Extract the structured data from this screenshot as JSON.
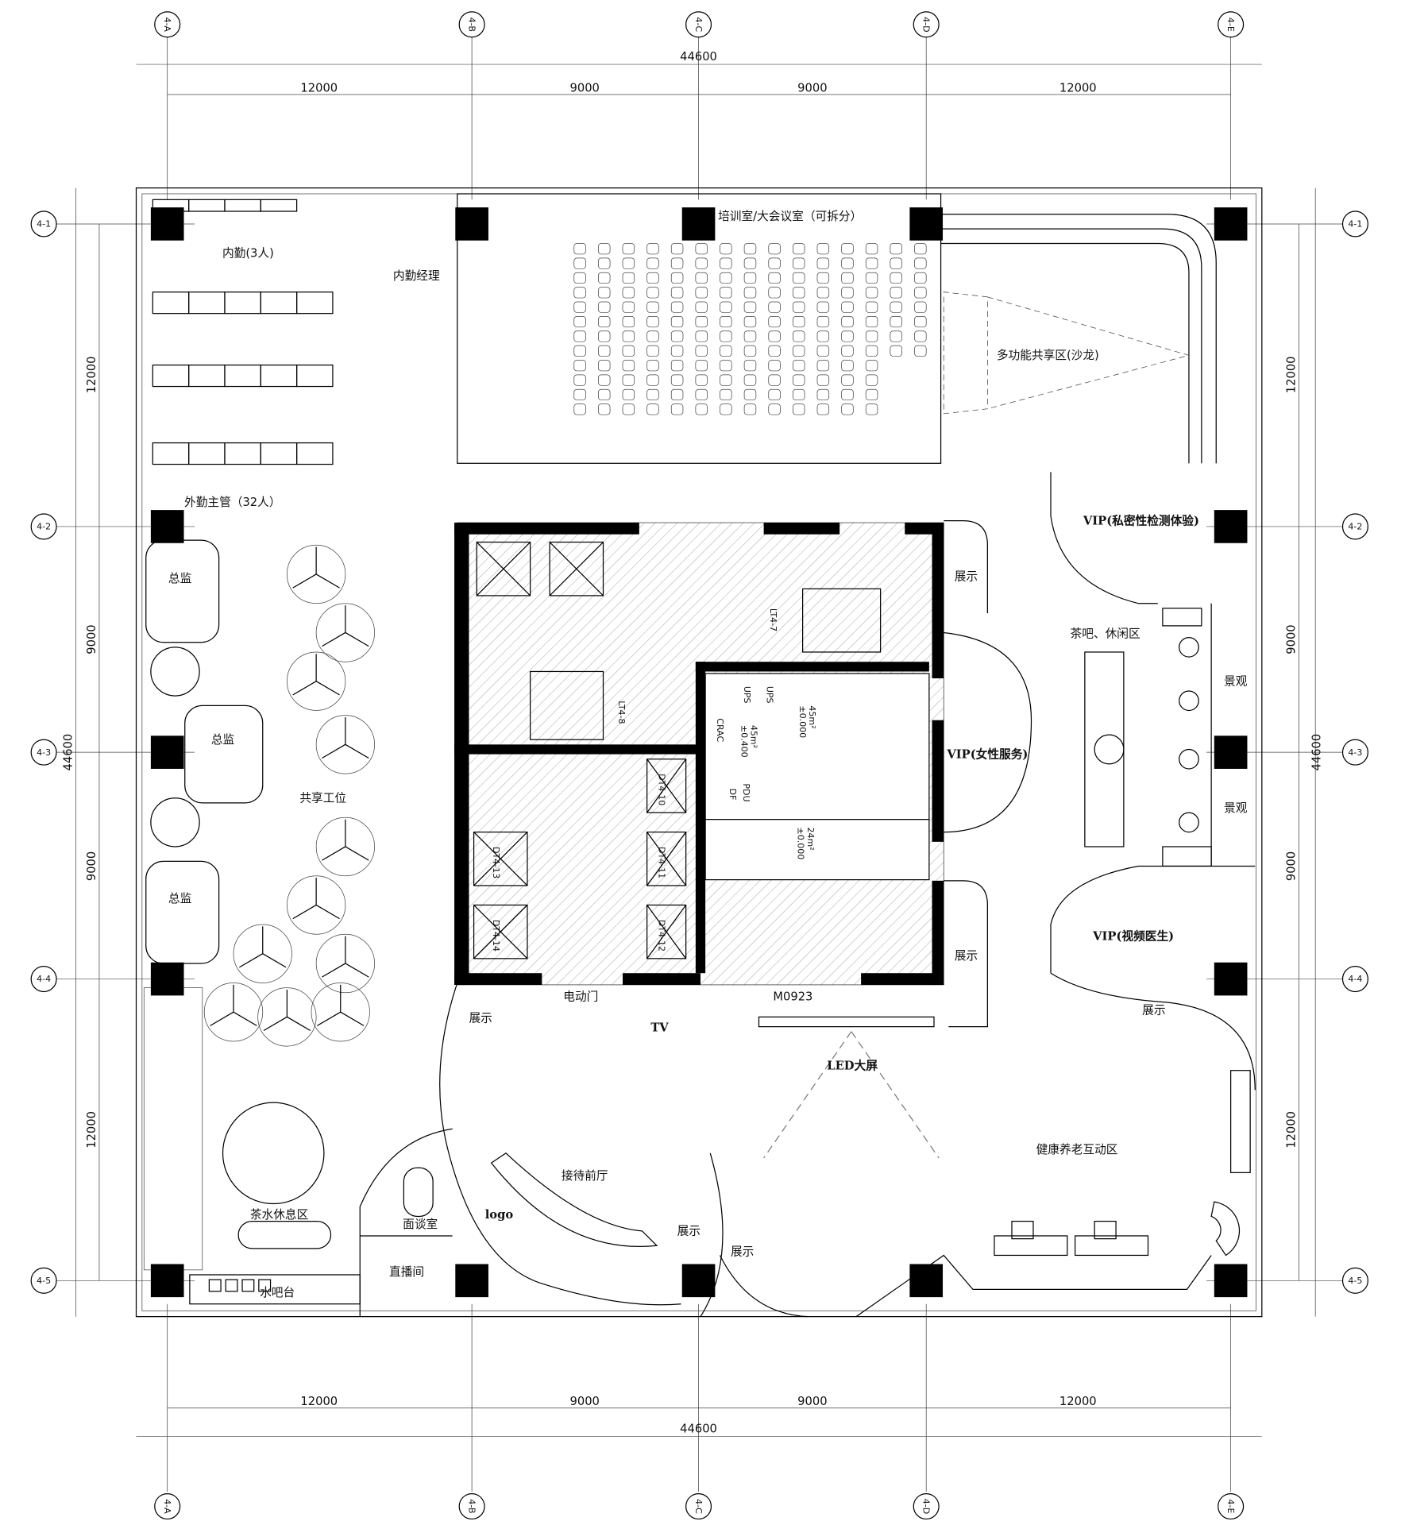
{
  "grid": {
    "columns": [
      "4-A",
      "4-B",
      "4-C",
      "4-D",
      "4-E"
    ],
    "rows": [
      "4-1",
      "4-2",
      "4-3",
      "4-4",
      "4-5"
    ],
    "overall_dimension": "44600",
    "column_spacings": [
      "12000",
      "9000",
      "9000",
      "12000"
    ],
    "row_spacings": [
      "12000",
      "9000",
      "9000",
      "12000"
    ]
  },
  "rooms": {
    "training": "培训室/大会议室（可拆分）",
    "office_staff": "内勤(3人)",
    "office_manager": "内勤经理",
    "salon": "多功能共享区(沙龙)",
    "field_supervisors": "外勤主管（32人）",
    "vip_private": "VIP(私密性检测体验)",
    "display_1": "展示",
    "director_1": "总监",
    "director_2": "总监",
    "director_3": "总监",
    "tea_bar": "茶吧、休闲区",
    "landscape_1": "景观",
    "landscape_2": "景观",
    "vip_female": "VIP(女性服务)",
    "shared_desks": "共享工位",
    "display_2": "展示",
    "vip_video": "VIP(视频医生)",
    "display_3": "展示",
    "electric_door": "电动门",
    "display_4": "展示",
    "tv": "TV",
    "door_code": "M0923",
    "led": "LED大屏",
    "elderly_zone": "健康养老互动区",
    "reception": "接待前厅",
    "logo": "logo",
    "tea_rest": "茶水休息区",
    "interview": "面谈室",
    "display_5": "展示",
    "display_6": "展示",
    "live_room": "直播间",
    "water_bar": "水吧台"
  },
  "core": {
    "stair_1": "LT4-7",
    "stair_2": "LT4-8",
    "lifts": [
      "DT4-10",
      "DT4-11",
      "DT4-12",
      "DT4-13",
      "DT4-14"
    ],
    "ups": "UPS",
    "crac": "CRAC",
    "pdu": "PDU",
    "df": "DF",
    "area_1": "45m²",
    "level_1": "±0.400",
    "area_2": "45m²",
    "level_2": "±0.000",
    "it_area": "24m²",
    "it_level": "±0.000"
  }
}
